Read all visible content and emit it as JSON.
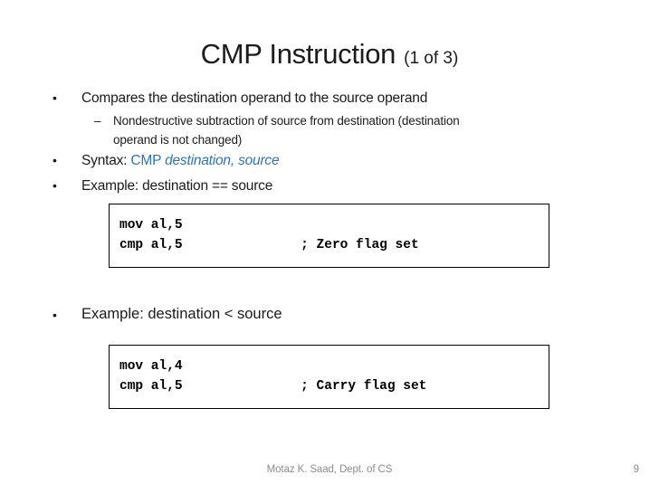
{
  "slide": {
    "title": "CMP Instruction",
    "title_suffix": "(1 of 3)",
    "bullet_char": "•",
    "sub_dash_char": "–",
    "bullets": {
      "compares": "Compares the destination operand to the source operand",
      "sub_lines": [
        "Nondestructive subtraction of source from destination (destination",
        "operand is not changed)"
      ],
      "syntax_prefix": "Syntax: ",
      "syntax_keyword": "CMP ",
      "syntax_operands": "destination, source",
      "example_equal": "Example: destination == source",
      "example_less": "Example: destination < source"
    },
    "code_box_1": {
      "lines": [
        "mov al,5",
        "cmp al,5               ; Zero flag set"
      ]
    },
    "code_box_2": {
      "lines": [
        "mov al,4",
        "cmp al,5               ; Carry flag set"
      ]
    },
    "footer": {
      "credit": "Motaz K. Saad, Dept. of CS",
      "page": "9"
    },
    "colors": {
      "accent_blue": "#2E74B5",
      "body_text": "#1b1b1b",
      "footer_gray": "#8e8e8e",
      "background": "#ffffff",
      "code_border": "#000000"
    }
  }
}
